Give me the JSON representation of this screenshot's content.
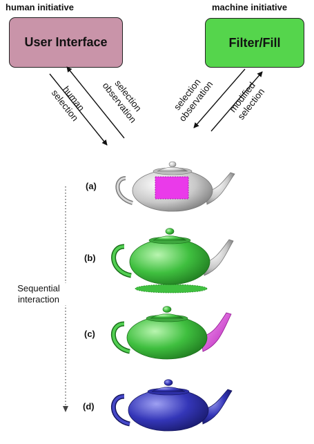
{
  "headings": {
    "left": "human initiative",
    "right": "machine initiative"
  },
  "boxes": {
    "left": {
      "label": "User Interface",
      "color": "#c994a9"
    },
    "right": {
      "label": "Filter/Fill",
      "color": "#55d54c"
    }
  },
  "arrow_labels": {
    "human_selection": "human selection",
    "left_selection_observation": "selection observation",
    "right_selection_observation": "selection observation",
    "modified_selection": "modified selection"
  },
  "steps": [
    {
      "label": "(a)",
      "body_color": "light-gray",
      "highlight": "magenta selection patch on body"
    },
    {
      "label": "(b)",
      "body_color": "green",
      "highlight": "gray spout, green shadow ellipse"
    },
    {
      "label": "(c)",
      "body_color": "green",
      "highlight": "magenta spout"
    },
    {
      "label": "(d)",
      "body_color": "blue",
      "highlight": "none"
    }
  ],
  "side_label": {
    "line1": "Sequential",
    "line2": "interaction"
  },
  "colors": {
    "gray": "#c8c8c8",
    "green": "#3fbf3f",
    "blue": "#3436b8",
    "magenta": "#e030e0"
  }
}
